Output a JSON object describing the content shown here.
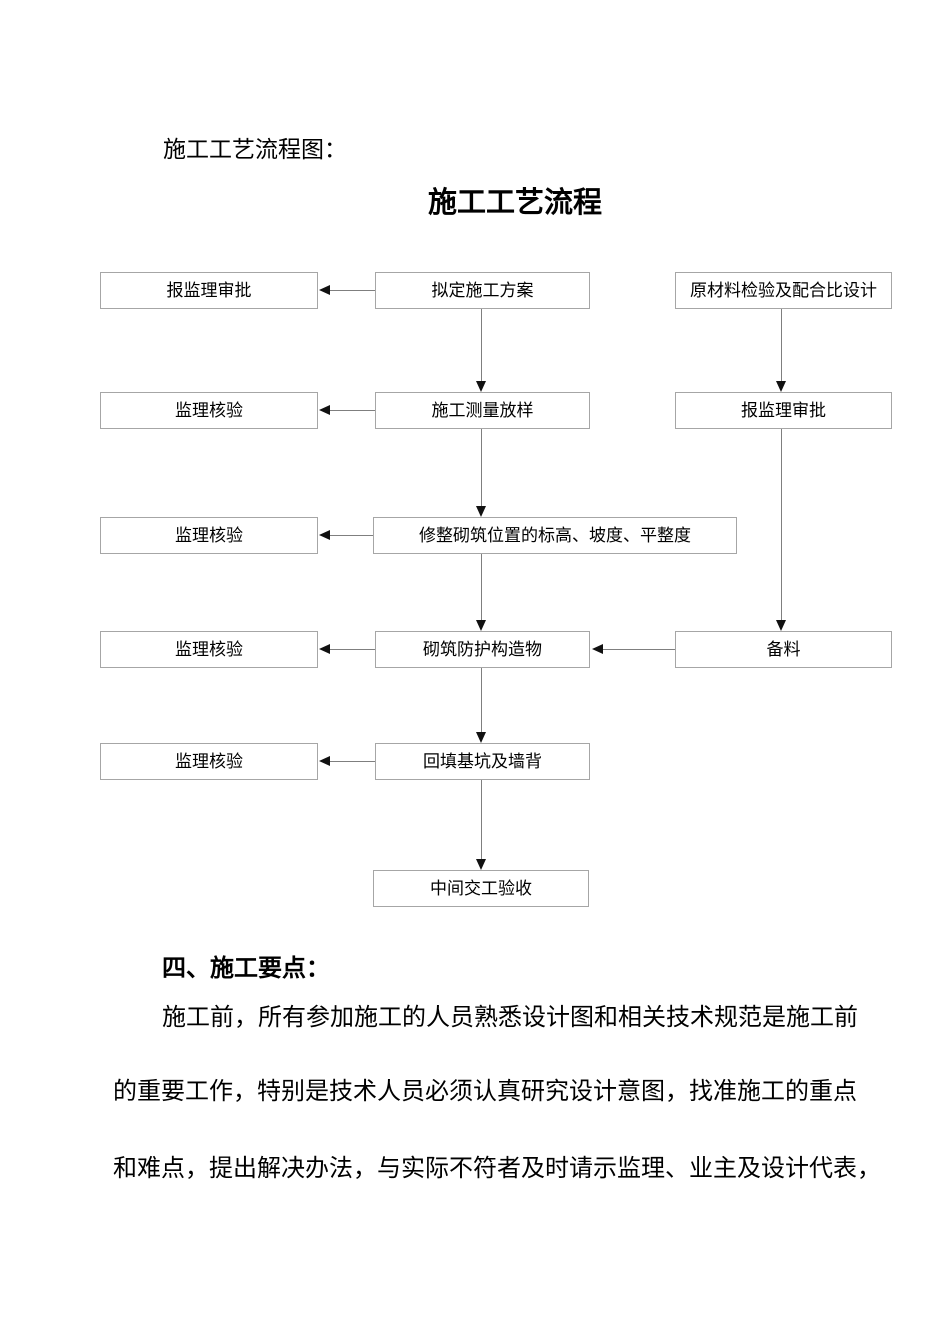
{
  "page": {
    "caption": "施工工艺流程图：",
    "section_heading": "四、施工要点：",
    "body_lines": [
      "施工前，所有参加施工的人员熟悉设计图和相关技术规范是施工前",
      "的重要工作，特别是技术人员必须认真研究设计意图，找准施工的重点",
      "和难点，提出解决办法，与实际不符者及时请示监理、业主及设计代表，"
    ]
  },
  "flowchart": {
    "title": "施工工艺流程",
    "nodes": {
      "report_approval_1": "报监理审批",
      "draft_plan": "拟定施工方案",
      "raw_material_test": "原材料检验及配合比设计",
      "supervisor_check_1": "监理核验",
      "survey_layout": "施工测量放样",
      "report_approval_2": "报监理审批",
      "supervisor_check_2": "监理核验",
      "adjust_position": "修整砌筑位置的标高、坡度、平整度",
      "supervisor_check_3": "监理核验",
      "masonry_protection": "砌筑防护构造物",
      "prepare_material": "备料",
      "supervisor_check_4": "监理核验",
      "backfill": "回填基坑及墙背",
      "interim_acceptance": "中间交工验收"
    },
    "edges": [
      {
        "from": "拟定施工方案",
        "to": "报监理审批",
        "direction": "left"
      },
      {
        "from": "拟定施工方案",
        "to": "施工测量放样",
        "direction": "down"
      },
      {
        "from": "原材料检验及配合比设计",
        "to": "报监理审批",
        "direction": "down"
      },
      {
        "from": "施工测量放样",
        "to": "监理核验",
        "direction": "left"
      },
      {
        "from": "施工测量放样",
        "to": "修整砌筑位置的标高、坡度、平整度",
        "direction": "down"
      },
      {
        "from": "报监理审批",
        "to": "备料",
        "direction": "down"
      },
      {
        "from": "修整砌筑位置的标高、坡度、平整度",
        "to": "监理核验",
        "direction": "left"
      },
      {
        "from": "修整砌筑位置的标高、坡度、平整度",
        "to": "砌筑防护构造物",
        "direction": "down"
      },
      {
        "from": "砌筑防护构造物",
        "to": "监理核验",
        "direction": "left"
      },
      {
        "from": "备料",
        "to": "砌筑防护构造物",
        "direction": "left"
      },
      {
        "from": "砌筑防护构造物",
        "to": "回填基坑及墙背",
        "direction": "down"
      },
      {
        "from": "回填基坑及墙背",
        "to": "监理核验",
        "direction": "left"
      },
      {
        "from": "回填基坑及墙背",
        "to": "中间交工验收",
        "direction": "down"
      }
    ],
    "colors": {
      "box_border": "#a6a6a6",
      "connector_line": "#7f7f7f",
      "arrowhead": "#111111",
      "text": "#000000",
      "page_background": "#ffffff"
    }
  }
}
